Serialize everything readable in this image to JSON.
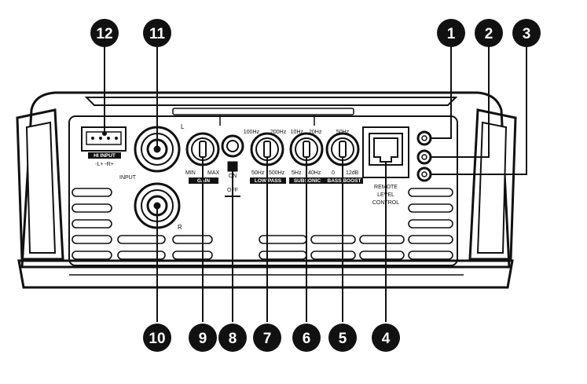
{
  "callouts": [
    "1",
    "2",
    "3",
    "4",
    "5",
    "6",
    "7",
    "8",
    "9",
    "10",
    "11",
    "12"
  ],
  "labels": {
    "hi_input": "HI INPUT",
    "hi_input_polarity": "-L+ -R+",
    "input": "INPUT",
    "input_l": "L",
    "input_r": "R",
    "gain_min": "MIN",
    "gain_max": "MAX",
    "gain_badge": "GAIN",
    "switch_on": "ON",
    "switch_off": "OFF",
    "lowpass_low": "50Hz",
    "lowpass_high": "500Hz",
    "lowpass_top_left": "100Hz",
    "lowpass_top_right": "200Hz",
    "lowpass_badge": "LOW PASS",
    "subsonic_low": "5Hz",
    "subsonic_high": "40Hz",
    "subsonic_top_left": "10Hz",
    "subsonic_top_right": "20Hz",
    "subsonic_badge": "SUBSONIC",
    "bass_low": "0",
    "bass_high": "12dB",
    "bass_top": "50Hz",
    "bass_badge": "BASS BOOST",
    "remote_line1": "REMOTE",
    "remote_line2": "LEVEL",
    "remote_line3": "CONTROL"
  },
  "colors": {
    "callout_fill": "#111111",
    "line": "#111111",
    "background": "#ffffff"
  }
}
